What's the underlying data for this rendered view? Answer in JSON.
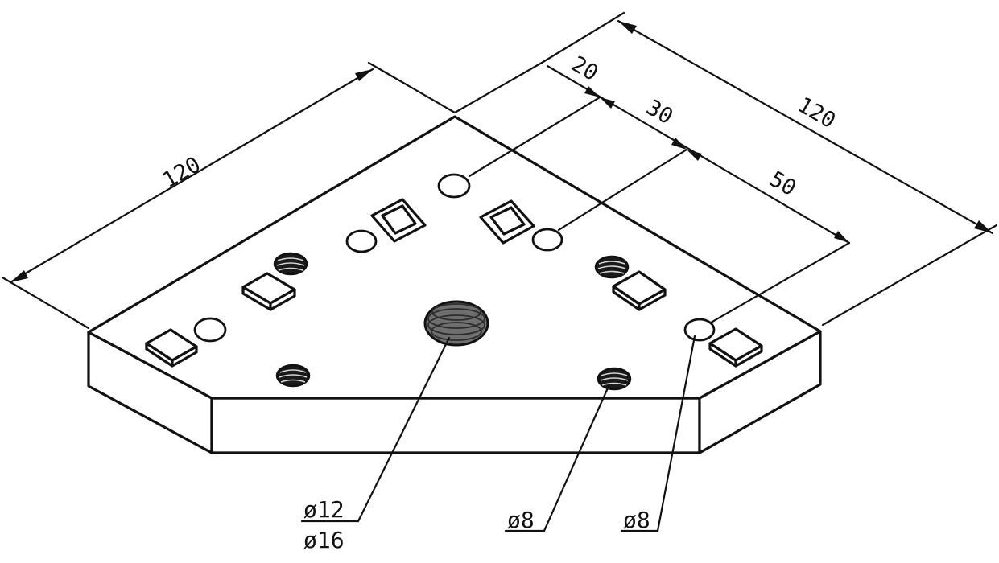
{
  "dimensions": {
    "left_length": "120",
    "right_length": "120",
    "offset_1": "20",
    "offset_2": "30",
    "offset_3": "50"
  },
  "callouts": {
    "center_hole_line1": "ø12",
    "center_hole_line2": "ø16",
    "tapped_hole": "ø8",
    "through_hole": "ø8"
  },
  "colors": {
    "line": "#111111",
    "background": "#ffffff",
    "thread_fill": "#6f6f6f"
  }
}
